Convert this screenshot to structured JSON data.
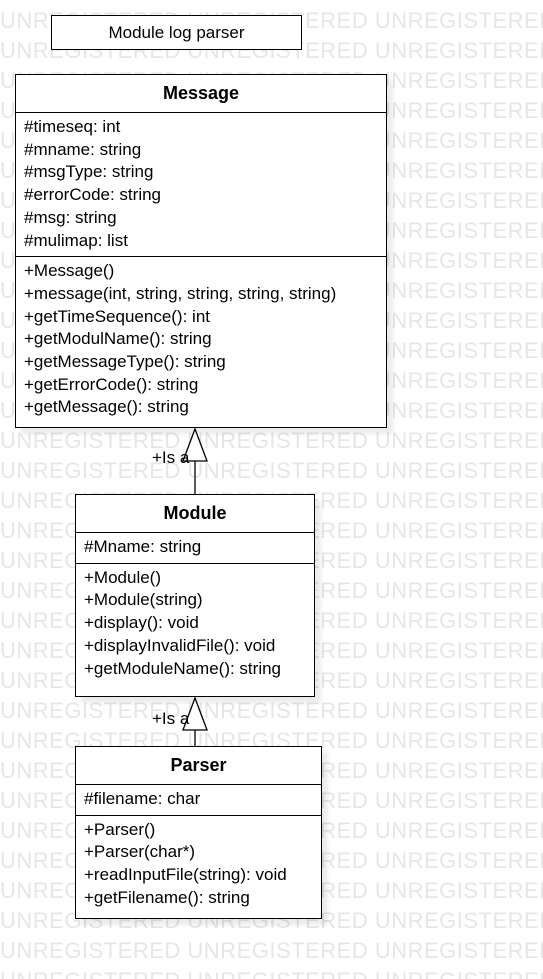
{
  "watermark_text": "UNREGISTERED UNREGISTERED UNREGISTERED",
  "title": "Module log parser",
  "classes": {
    "message": {
      "name": "Message",
      "attributes": [
        "#timeseq: int",
        "#mname: string",
        "#msgType: string",
        "#errorCode: string",
        "#msg: string",
        "#mulimap: list"
      ],
      "operations": [
        "+Message()",
        "+message(int, string, string, string, string)",
        "+getTimeSequence(): int",
        "+getModulName(): string",
        "+getMessageType(): string",
        "+getErrorCode(): string",
        "+getMessage(): string"
      ]
    },
    "module": {
      "name": "Module",
      "attributes": [
        "#Mname: string"
      ],
      "operations": [
        "+Module()",
        "+Module(string)",
        "+display(): void",
        "+displayInvalidFile(): void",
        "+getModuleName(): string"
      ]
    },
    "parser": {
      "name": "Parser",
      "attributes": [
        "#filename: char"
      ],
      "operations": [
        "+Parser()",
        "+Parser(char*)",
        "+readInputFile(string): void",
        "+getFilename(): string"
      ]
    }
  },
  "relations": {
    "module_to_message": {
      "label": "+Is a",
      "type": "generalization"
    },
    "parser_to_module": {
      "label": "+Is a",
      "type": "generalization"
    }
  }
}
